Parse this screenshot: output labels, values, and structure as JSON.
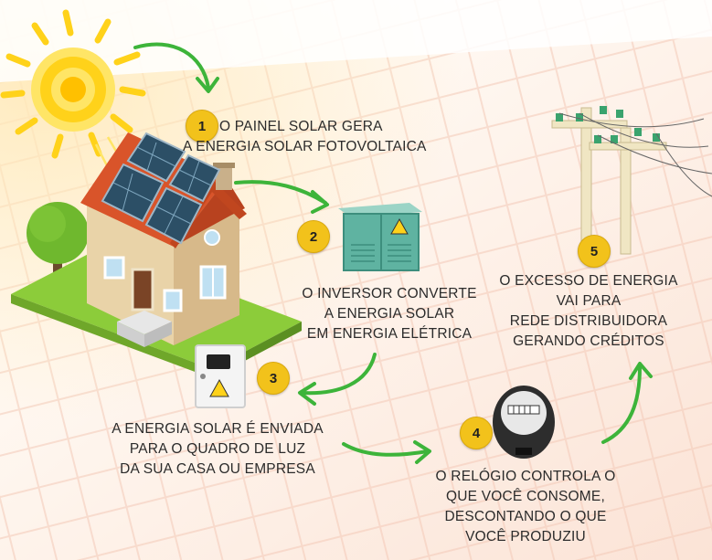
{
  "steps": [
    {
      "number": "1",
      "lines": [
        "O PAINEL SOLAR GERA",
        "A ENERGIA SOLAR FOTOVOLTAICA"
      ]
    },
    {
      "number": "2",
      "lines": [
        "O INVERSOR CONVERTE",
        "A ENERGIA SOLAR",
        "EM ENERGIA ELÉTRICA"
      ]
    },
    {
      "number": "3",
      "lines": [
        "A ENERGIA  SOLAR É ENVIADA",
        "PARA O QUADRO DE LUZ",
        "DA SUA CASA OU EMPRESA"
      ]
    },
    {
      "number": "4",
      "lines": [
        "O RELÓGIO CONTROLA O",
        "QUE VOCÊ CONSOME,",
        "DESCONTANDO O QUE",
        "VOCÊ PRODUZIU"
      ]
    },
    {
      "number": "5",
      "lines": [
        "O EXCESSO DE ENERGIA",
        "VAI PARA",
        "REDE DISTRIBUIDORA",
        "GERANDO CRÉDITOS"
      ]
    }
  ],
  "colors": {
    "arrow": "#3db43a",
    "step_badge": "#f2c21b",
    "sun": "#ffd21a",
    "roof": "#d9542a",
    "panel": "#2c4f66",
    "lawn": "#8ccc3a",
    "inverter": "#5fb3a1"
  },
  "icons": [
    "sun-icon",
    "house-icon",
    "solar-panel-icon",
    "inverter-icon",
    "breaker-box-icon",
    "meter-icon",
    "power-pole-icon",
    "tree-icon",
    "arrow-icon"
  ]
}
